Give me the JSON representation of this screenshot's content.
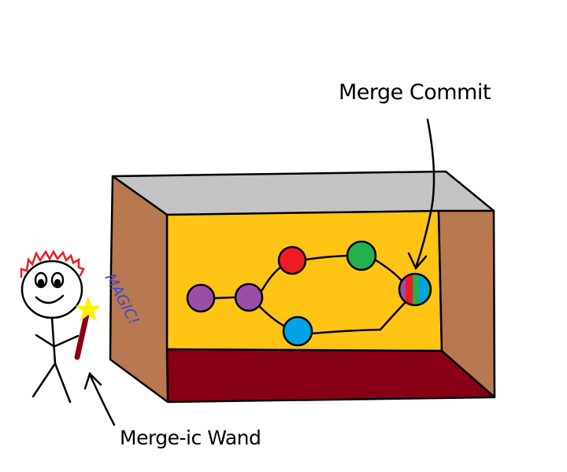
{
  "labels": {
    "merge_commit": "Merge Commit",
    "wand": "Merge-ic Wand",
    "magic": "MAGIC!"
  },
  "colors": {
    "box_top": "#c4c4c4",
    "box_side": "#b87850",
    "box_back": "#ffc414",
    "box_floor": "#880016",
    "commit_purple": "#9b4ea8",
    "commit_red": "#ed1c24",
    "commit_green": "#22b14c",
    "commit_blue": "#00a2e8",
    "hair": "#ed1c24",
    "wand": "#880016",
    "star": "#fff200",
    "magic_text": "#3f48cc"
  },
  "graph": {
    "nodes": [
      {
        "id": "c1",
        "color": "purple"
      },
      {
        "id": "c2",
        "color": "purple"
      },
      {
        "id": "c3",
        "color": "red"
      },
      {
        "id": "c4",
        "color": "green"
      },
      {
        "id": "c5",
        "color": "blue"
      },
      {
        "id": "merge",
        "color": "multi"
      }
    ],
    "edges": [
      [
        "c1",
        "c2"
      ],
      [
        "c2",
        "c3"
      ],
      [
        "c3",
        "c4"
      ],
      [
        "c4",
        "merge"
      ],
      [
        "c2",
        "c5"
      ],
      [
        "c5",
        "merge"
      ]
    ]
  }
}
